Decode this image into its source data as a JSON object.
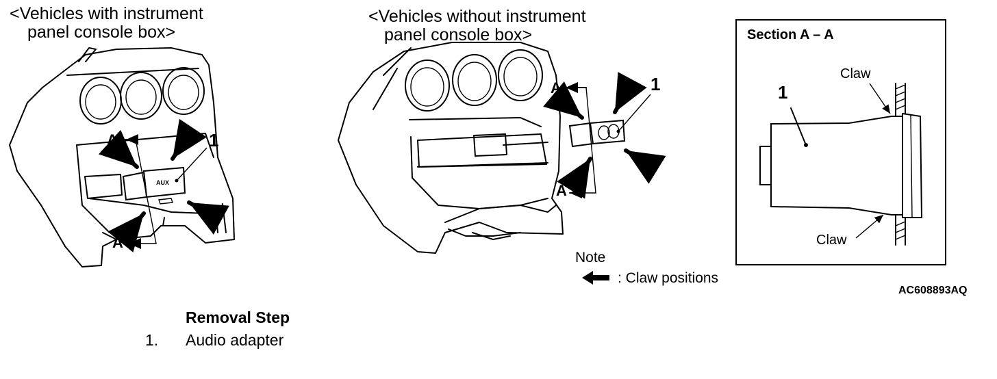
{
  "left_view": {
    "title_line1": "<Vehicles with instrument",
    "title_line2": "panel console box>",
    "section_mark_top": "A",
    "section_mark_bottom": "A",
    "callout_number": "1",
    "part_text": "AUX"
  },
  "middle_view": {
    "title_line1": "<Vehicles without instrument",
    "title_line2": "panel console box>",
    "section_mark_top": "A",
    "section_mark_bottom": "A",
    "callout_number": "1"
  },
  "section_view": {
    "title": "Section A – A",
    "callout_number": "1",
    "claw_top": "Claw",
    "claw_bottom": "Claw"
  },
  "note": {
    "heading": "Note",
    "legend": ": Claw positions",
    "legend_icon": "arrow-left-icon"
  },
  "figure_id": "AC608893AQ",
  "removal": {
    "heading": "Removal Step",
    "steps": [
      {
        "number": "1.",
        "text": "Audio adapter"
      }
    ]
  }
}
